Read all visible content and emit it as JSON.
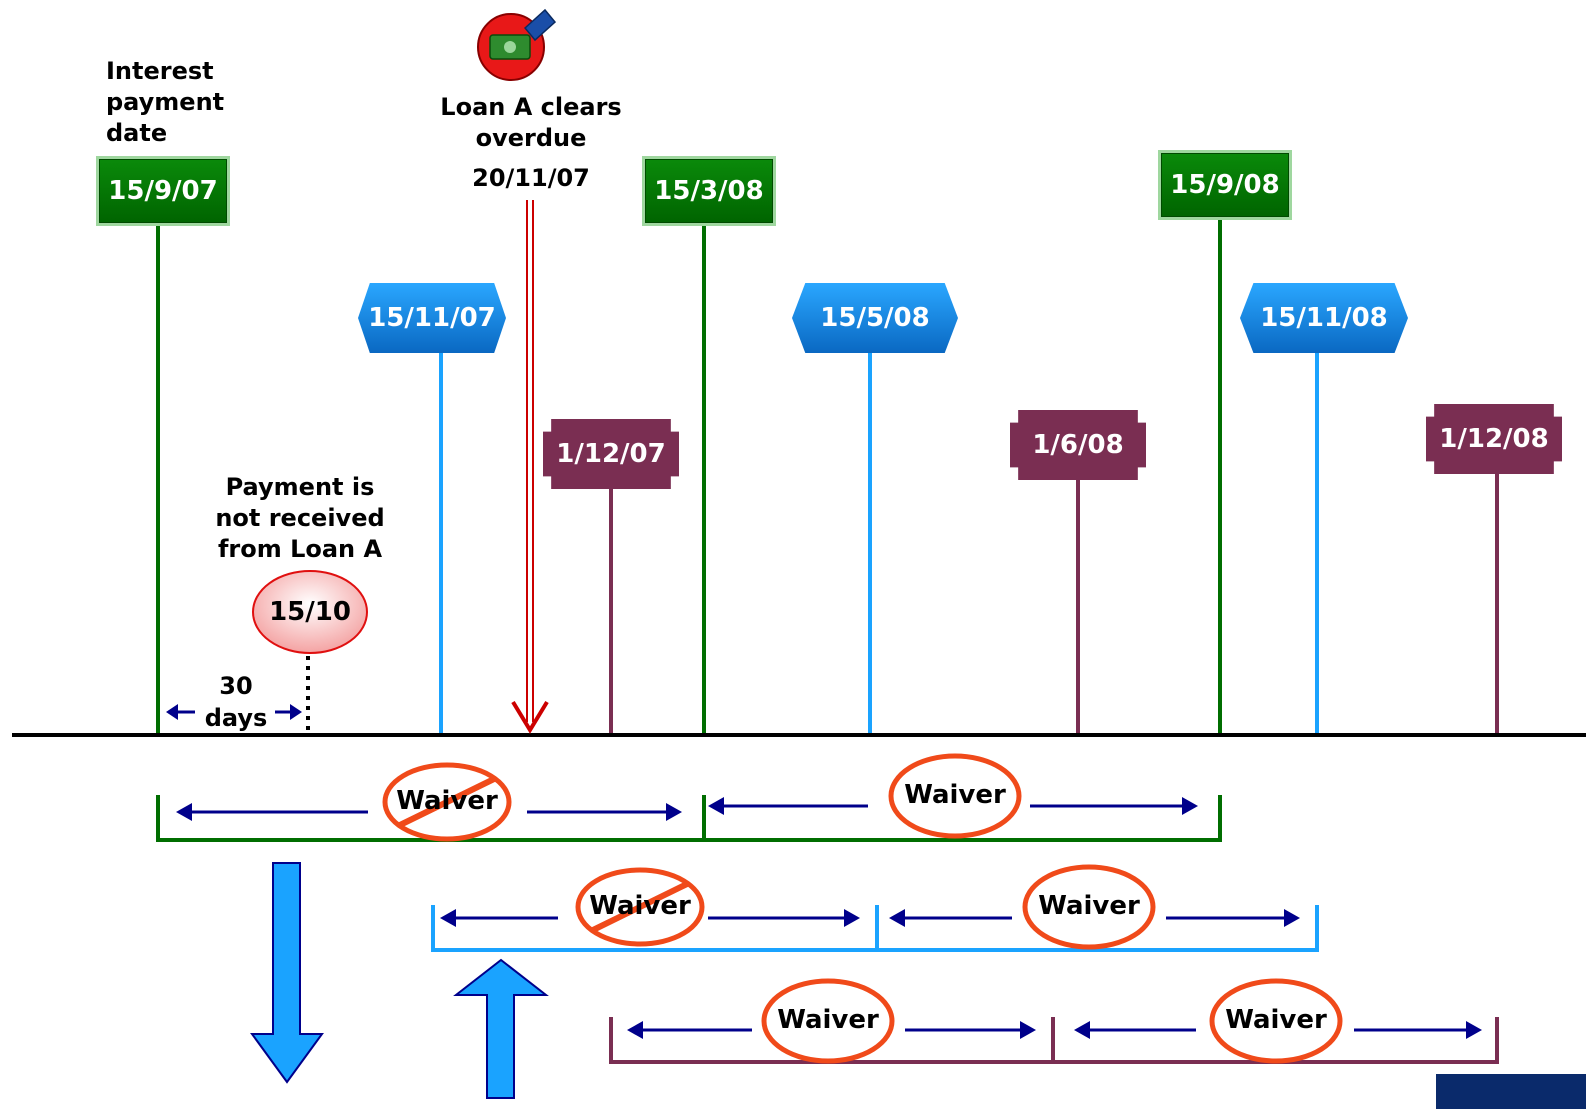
{
  "heading": {
    "line1": "Interest",
    "line2": "payment",
    "line3": "date"
  },
  "event": {
    "line1": "Loan A clears",
    "line2": "overdue",
    "date": "20/11/07"
  },
  "missed": {
    "line1": "Payment is",
    "line2": "not received",
    "line3": "from Loan A",
    "date": "15/10"
  },
  "gap": {
    "num": "30",
    "unit": "days"
  },
  "green_dates": [
    "15/9/07",
    "15/3/08",
    "15/9/08"
  ],
  "blue_dates": [
    "15/11/07",
    "15/5/08",
    "15/11/08"
  ],
  "purple_dates": [
    "1/12/07",
    "1/6/08",
    "1/12/08"
  ],
  "waiver_label": "Waiver",
  "colors": {
    "green": "#006e00",
    "blue": "#1aa3ff",
    "purple": "#7a2e52",
    "red": "#cc0000",
    "navy": "#00008b"
  }
}
